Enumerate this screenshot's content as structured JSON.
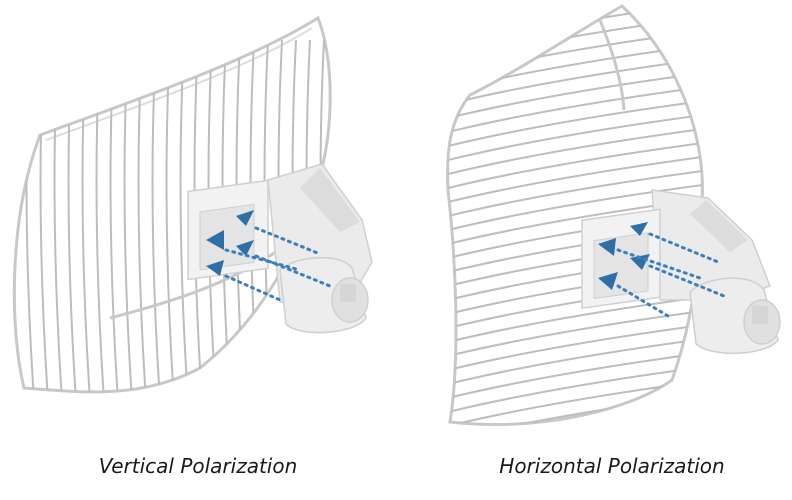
{
  "figures": [
    {
      "caption": "Vertical Polarization",
      "grid_orientation": "vertical"
    },
    {
      "caption": "Horizontal Polarization",
      "grid_orientation": "horizontal"
    }
  ],
  "colors": {
    "dish_frame": "#c8c8c8",
    "dish_wire": "#bdbdbd",
    "bracket": "#e6e6e6",
    "bracket_shade": "#d2d2d2",
    "arrow": "#2f6fa8",
    "dotted_guide": "#3a7fc0"
  }
}
